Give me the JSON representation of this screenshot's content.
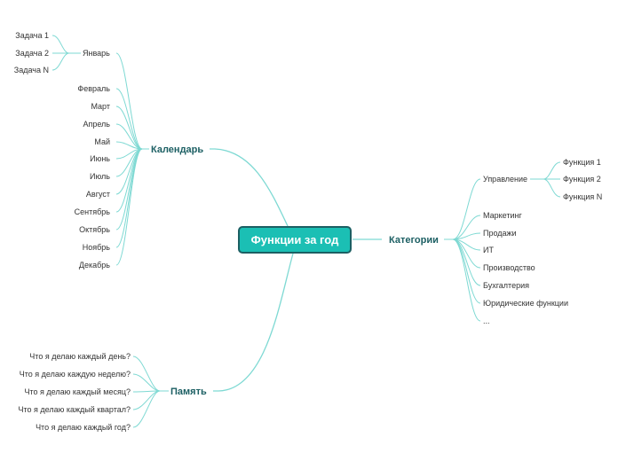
{
  "colors": {
    "line": "#7ed9d3",
    "central_fill": "#1bbfb4",
    "central_border": "#1c5f63",
    "branch_text": "#1c5f63",
    "leaf_text": "#333333"
  },
  "central": "Функции за год",
  "calendar": {
    "label": "Календарь",
    "january": {
      "label": "Январь",
      "tasks": [
        "Задача 1",
        "Задача 2",
        "Задача N"
      ]
    },
    "months": [
      "Февраль",
      "Март",
      "Апрель",
      "Май",
      "Июнь",
      "Июль",
      "Август",
      "Сентябрь",
      "Октябрь",
      "Ноябрь",
      "Декабрь"
    ]
  },
  "memory": {
    "label": "Память",
    "items": [
      "Что я делаю каждый день?",
      "Что я делаю каждую неделю?",
      "Что я делаю каждый месяц?",
      "Что я делаю каждый квартал?",
      "Что я делаю каждый год?"
    ]
  },
  "categories": {
    "label": "Категории",
    "management": {
      "label": "Управление",
      "functions": [
        "Функция 1",
        "Функция 2",
        "Функция N"
      ]
    },
    "items": [
      "Маркетинг",
      "Продажи",
      "ИТ",
      "Производство",
      "Бухгалтерия",
      "Юридические функции",
      "..."
    ]
  }
}
